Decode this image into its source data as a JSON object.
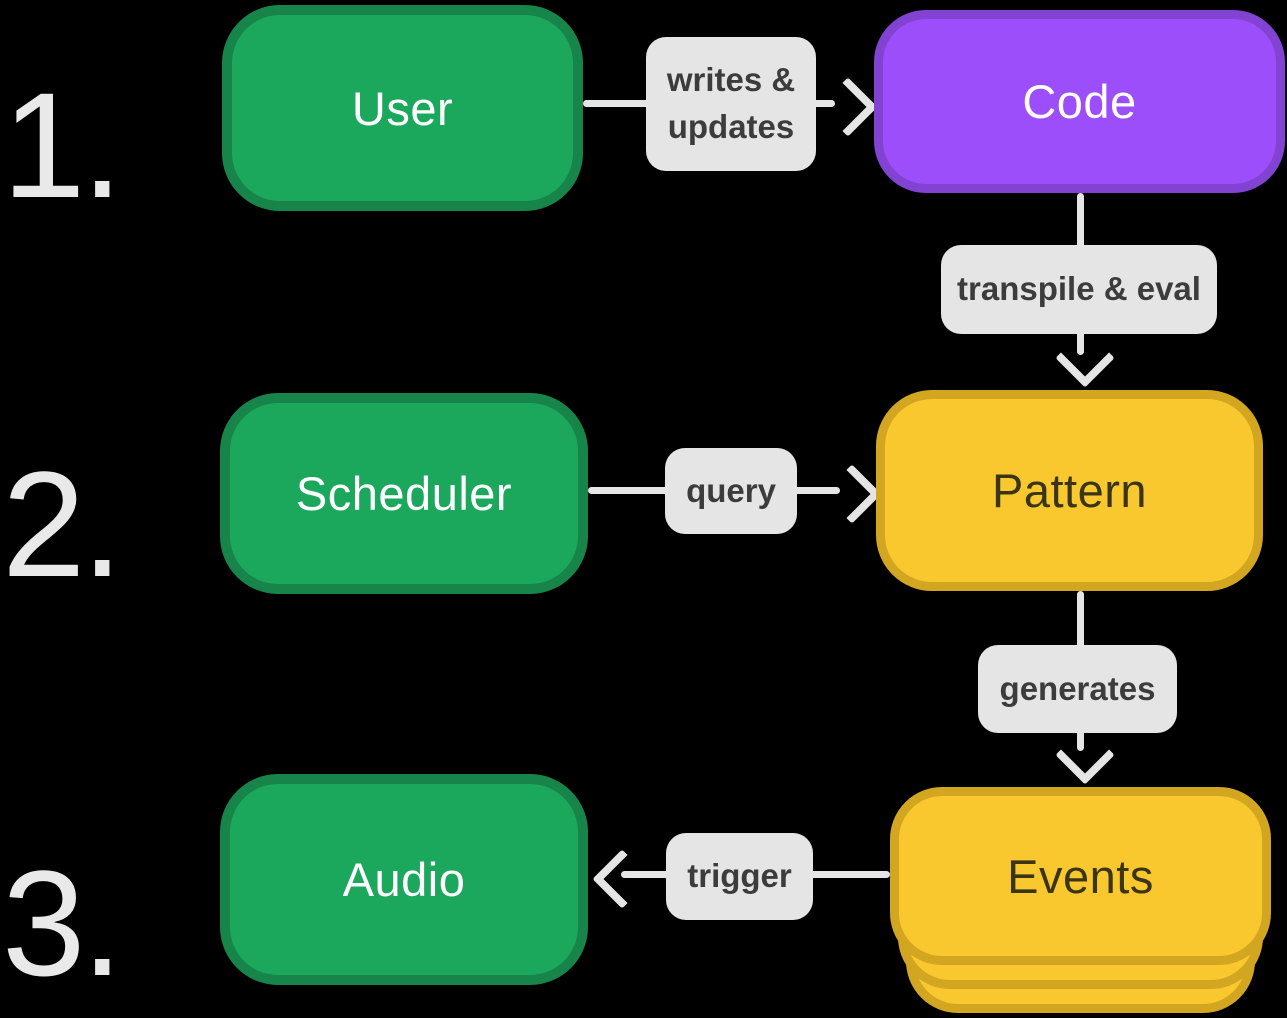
{
  "colors": {
    "bg": "#000000",
    "number": "#e9e9e9",
    "green": "#1ca85c",
    "green-border": "#17854a",
    "purple": "#9b4efa",
    "purple-border": "#8242d2",
    "yellow": "#f9c72e",
    "yellow-border": "#d3a622",
    "arrow": "#e5e5e5",
    "label-bg": "#e5e5e5",
    "label-text": "#3c3c3c",
    "dark-text": "#3b3517"
  },
  "steps": [
    {
      "label": "1."
    },
    {
      "label": "2."
    },
    {
      "label": "3."
    }
  ],
  "nodes": {
    "user": {
      "label": "User"
    },
    "code": {
      "label": "Code"
    },
    "scheduler": {
      "label": "Scheduler"
    },
    "pattern": {
      "label": "Pattern"
    },
    "audio": {
      "label": "Audio"
    },
    "events": {
      "label": "Events"
    }
  },
  "edges": {
    "writes_updates": {
      "label": "writes &\nupdates"
    },
    "transpile_eval": {
      "label": "transpile & eval"
    },
    "query": {
      "label": "query"
    },
    "generates": {
      "label": "generates"
    },
    "trigger": {
      "label": "trigger"
    }
  }
}
